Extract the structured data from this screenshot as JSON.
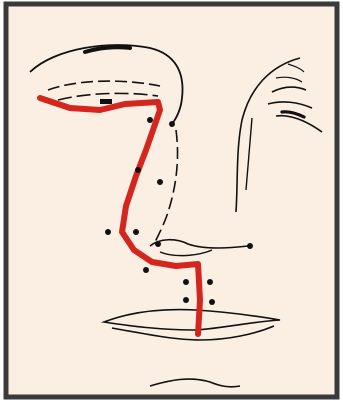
{
  "diagram": {
    "type": "facial-incision-sketch",
    "colors": {
      "panel_background": "#fbeee2",
      "border": "#3a3a3a",
      "line": "#111111",
      "incision": "#d4261e"
    },
    "elements": [
      "brow-outline",
      "eye-outline",
      "eye-crease",
      "nose-bridge",
      "nostril",
      "columella",
      "lip-outline",
      "chin-crease",
      "incision-line",
      "suture-dots"
    ],
    "suture_dot_count": 13
  }
}
